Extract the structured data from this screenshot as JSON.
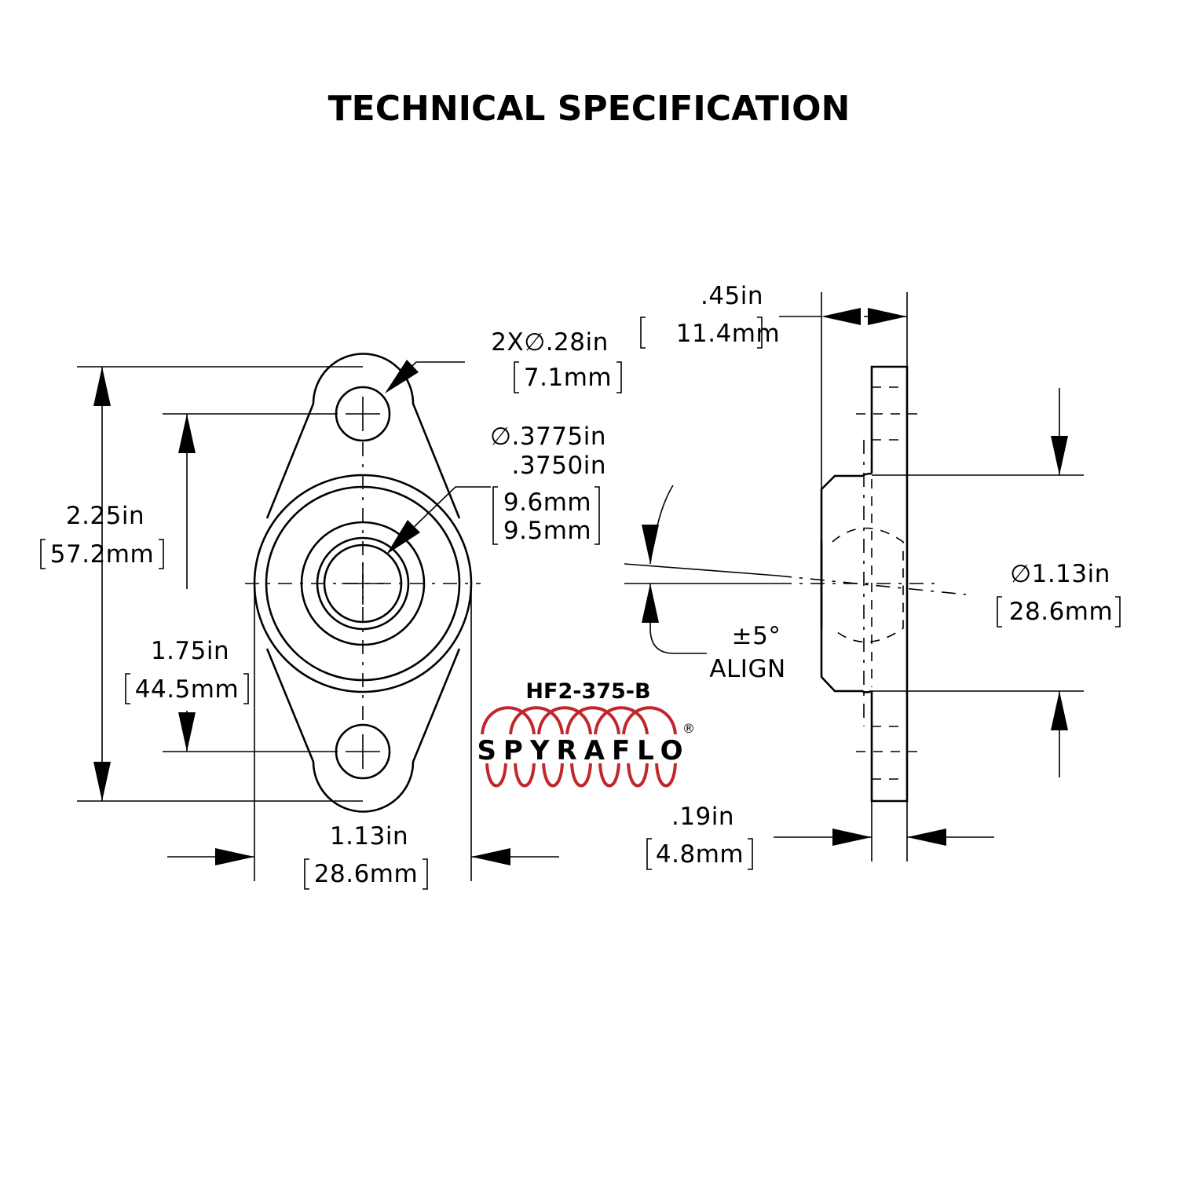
{
  "title": "TECHNICAL SPECIFICATION",
  "colors": {
    "line": "#000000",
    "brand_accent": "#c0272d",
    "background": "#ffffff"
  },
  "dimensions": {
    "overall_length_in": "2.25in",
    "overall_length_mm": "57.2mm",
    "bolt_spacing_in": "1.75in",
    "bolt_spacing_mm": "44.5mm",
    "body_width_in": "1.13in",
    "body_width_mm": "28.6mm",
    "bolt_holes_in": "2X∅.28in",
    "bolt_holes_mm": "7.1mm",
    "bore_max_in": "∅.3775in",
    "bore_min_in": ".3750in",
    "bore_max_mm": "9.6mm",
    "bore_min_mm": "9.5mm",
    "height_in": ".45in",
    "height_mm": "11.4mm",
    "flange_thickness_in": ".19in",
    "flange_thickness_mm": "4.8mm",
    "hub_diameter_in": "∅1.13in",
    "hub_diameter_mm": "28.6mm",
    "alignment_angle": "±5°",
    "alignment_label": "ALIGN"
  },
  "product": {
    "model": "HF2-375-B",
    "brand": "SPYRAFLO",
    "registered_mark": "®"
  }
}
